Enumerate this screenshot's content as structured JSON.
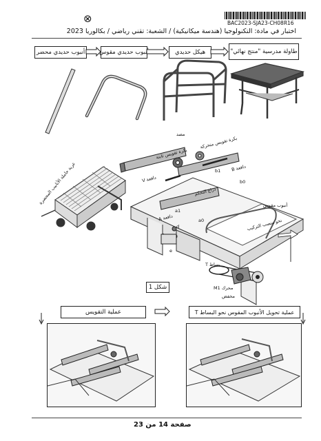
{
  "header": {
    "logo": "⊗",
    "code": "BAC2023-SJA23-CH08R16",
    "exam_line": "اختبار في مادة: التكنولوجيا (هندسة ميكانيكية)  /  الشعبة: تقني رياضي  /  بكالوريا 2023"
  },
  "process_chain": [
    "أنبوب حديدي محضر",
    "أنبوب حديدي مقوس",
    "هيكل حديدي",
    "طاولة مدرسية \"منتج نهائي\""
  ],
  "diagram_labels": {
    "mdsd": "مصد",
    "bend_roller": "بكرة تقويس ثابتة",
    "free_roller": "بكرة تقويس متحركة",
    "pusher_b": "دافعة B",
    "pusher_v": "دافعة V",
    "pusher_a": "دافعة A",
    "cart": "عربة حاملة الأنابيب المحضرة",
    "tube_arc": "أنبوب مقوس",
    "to_assembly": "نحو منصب التركيب",
    "belt_t": "بساط T",
    "motor": "محرك M1",
    "reducer": "مخفض",
    "arm": "ذراع التحكم",
    "b1": "b1",
    "b0": "b0",
    "a1": "a1",
    "a0": "a0",
    "d": "d",
    "e": "e",
    "fig": "شكل 1"
  },
  "bottom": {
    "left_title": "عملية التقويس",
    "right_title": "عملية تحويل الأنبوب المقوس نحو البساط T"
  },
  "footer": {
    "page": "صفحة 14 من 23"
  }
}
